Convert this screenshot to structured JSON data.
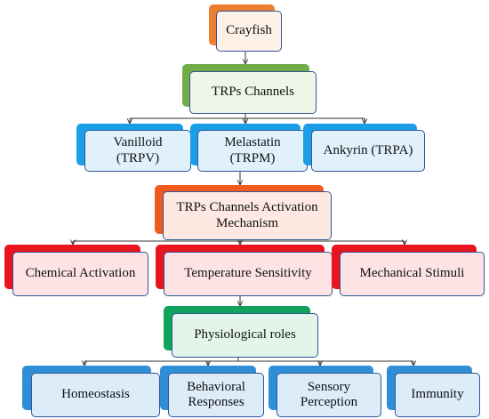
{
  "colors": {
    "orange": "#ed7d31",
    "green": "#70ad47",
    "blue": "#1a9ee8",
    "red_orange": "#f05a1e",
    "red": "#e8141e",
    "dark_green": "#11a35a",
    "yellow_blue": "#2f8fd6",
    "line": "#333333",
    "front_border": "#2f5597"
  },
  "nodes": {
    "crayfish": {
      "label": "Crayfish"
    },
    "trps": {
      "label": "TRPs Channels"
    },
    "vanilloid": {
      "label": "Vanilloid\n(TRPV)"
    },
    "melastatin": {
      "label": "Melastatin\n(TRPM)"
    },
    "ankyrin": {
      "label": "Ankyrin (TRPA)"
    },
    "activation": {
      "label": "TRPs Channels Activation\nMechanism"
    },
    "chemical": {
      "label": "Chemical Activation"
    },
    "temperature": {
      "label": "Temperature Sensitivity"
    },
    "mechanical": {
      "label": "Mechanical Stimuli"
    },
    "physio": {
      "label": "Physiological roles"
    },
    "homeostasis": {
      "label": "Homeostasis"
    },
    "behavioral": {
      "label": "Behavioral\nResponses"
    },
    "sensory": {
      "label": "Sensory\nPerception"
    },
    "immunity": {
      "label": "Immunity"
    }
  }
}
